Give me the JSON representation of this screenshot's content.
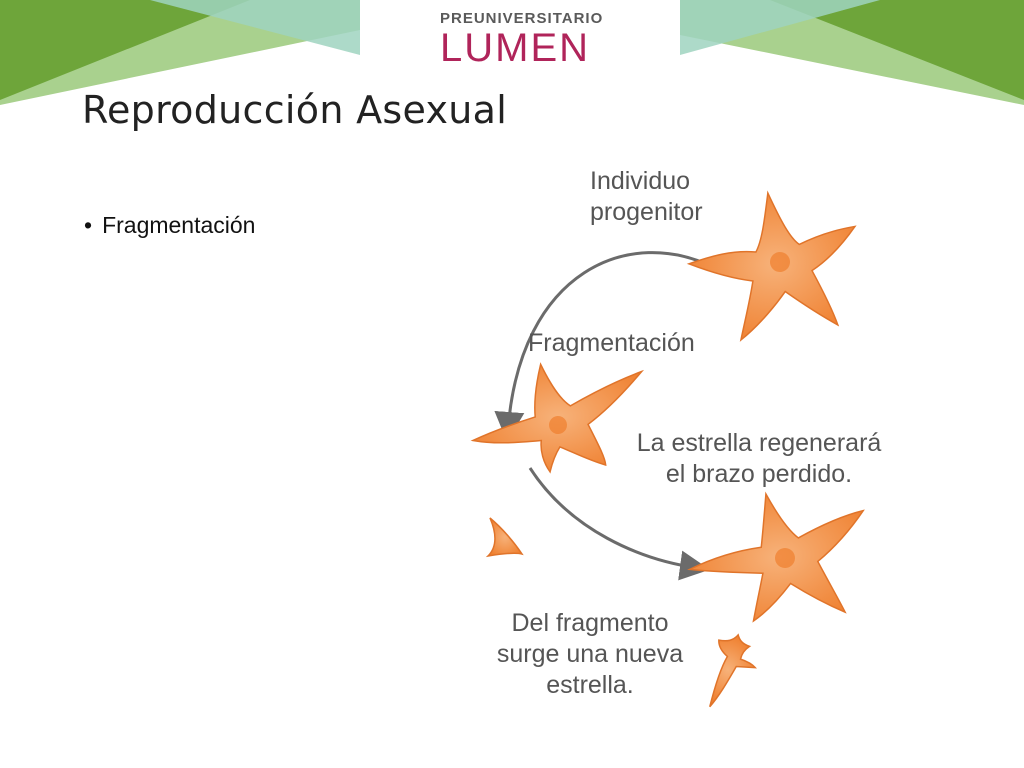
{
  "logo": {
    "top": "PREUNIVERSITARIO",
    "main": "LUMEN"
  },
  "slide": {
    "title": "Reproducción Asexual"
  },
  "bullets": [
    "Fragmentación"
  ],
  "diagram": {
    "labels": {
      "parent_line1": "Individuo",
      "parent_line2": "progenitor",
      "fragmentation": "Fragmentación",
      "regen_line1": "La estrella regenerará",
      "regen_line2": "el brazo perdido.",
      "fragment_line1": "Del fragmento",
      "fragment_line2": "surge una nueva",
      "fragment_line3": "estrella."
    }
  },
  "colors": {
    "green_dark": "#6ea53a",
    "green_light": "#a9d18e",
    "teal_light": "#9fd3c0",
    "logo_magenta": "#b0245a",
    "starfish_orange": "#f08a3c",
    "arrow_gray": "#6b6b6b"
  }
}
